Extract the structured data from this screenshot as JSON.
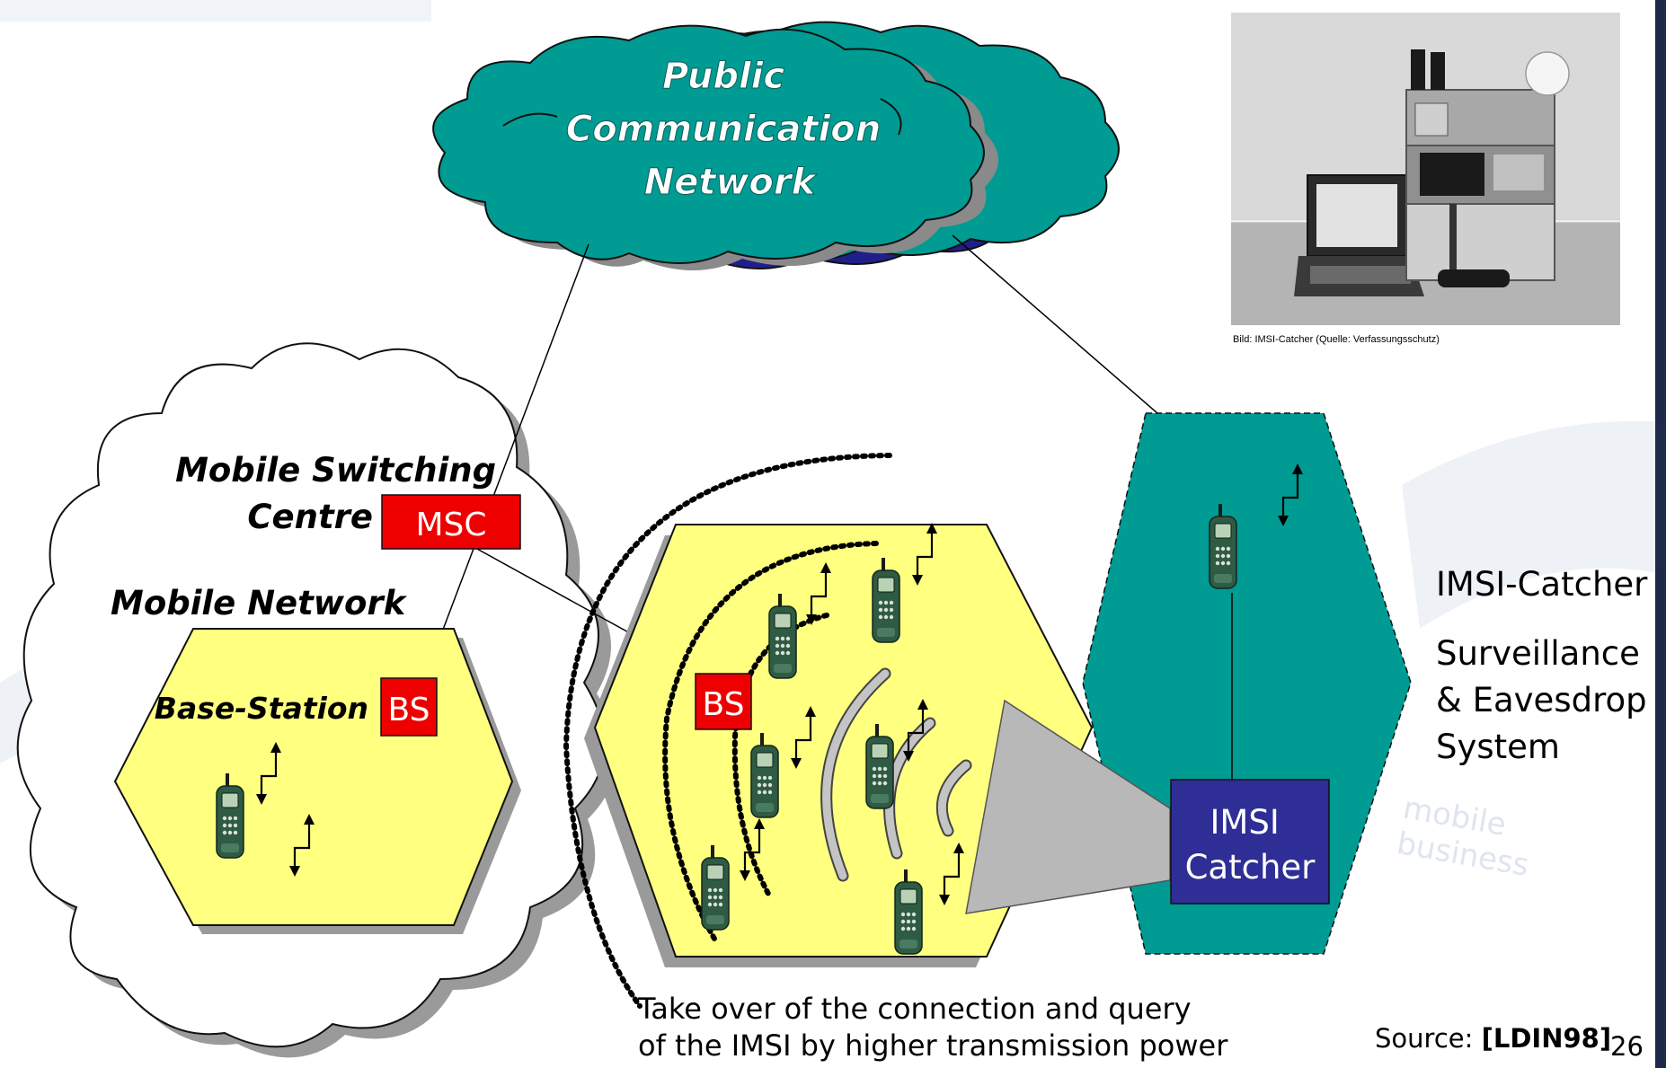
{
  "cloud_public": {
    "label_lines": [
      "Public",
      "Communication",
      "Network"
    ]
  },
  "mobile_network": {
    "switching_label_lines": [
      "Mobile Switching",
      "Centre"
    ],
    "msc_label": "MSC",
    "network_label": "Mobile Network",
    "base_station_label": "Base-Station",
    "bs_label": "BS"
  },
  "target_cell": {
    "bs_label": "BS"
  },
  "imsi_catcher": {
    "box_lines": [
      "IMSI",
      "Catcher"
    ]
  },
  "photo": {
    "caption": "Bild: IMSI-Catcher (Quelle: Verfassungsschutz)"
  },
  "side_labels": {
    "title": "IMSI-Catcher",
    "desc_lines": [
      "Surveillance",
      "& Eavesdrop",
      "System"
    ]
  },
  "annotation": {
    "lines": [
      "Take over of the connection and query",
      "of the IMSI by higher transmission power"
    ]
  },
  "footer": {
    "source_prefix": "Source: ",
    "source_ref": "[LDIN98]",
    "page_number": "26"
  },
  "watermark": {
    "lines": [
      "mobile",
      "business"
    ]
  },
  "colors": {
    "teal": "#009b93",
    "navy": "#1f1f8c",
    "yellow": "#ffff80",
    "red": "#ee0000",
    "catcher_box": "#2e2e96",
    "phone": "#2f5a44"
  }
}
